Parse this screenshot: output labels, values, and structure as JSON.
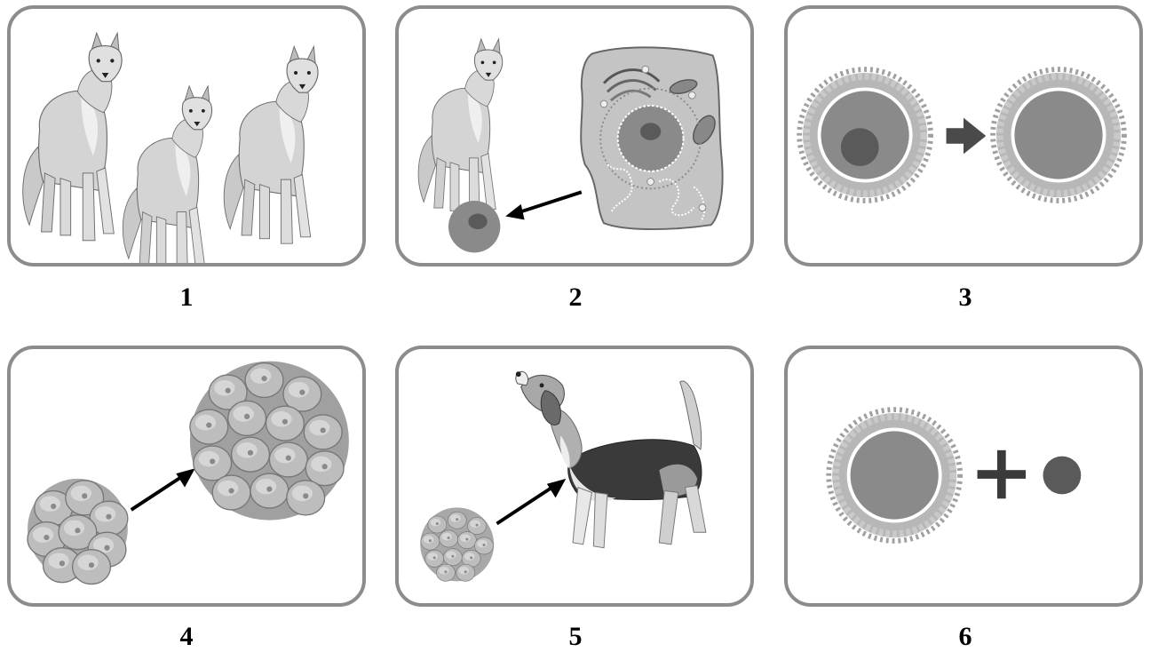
{
  "panels": [
    {
      "label": "1",
      "content": "wolves"
    },
    {
      "label": "2",
      "content": "wolf-cell-nucleus"
    },
    {
      "label": "3",
      "content": "egg-enucleation"
    },
    {
      "label": "4",
      "content": "embryo-growth"
    },
    {
      "label": "5",
      "content": "embryo-to-dog"
    },
    {
      "label": "6",
      "content": "egg-plus-nucleus"
    }
  ],
  "colors": {
    "border": "#8c8c8c",
    "cytoplasm": "#8a8a8a",
    "nucleus": "#5a5a5a",
    "membrane": "#ffffff",
    "cell_body": "#c4c4c4",
    "arrow": "#000000",
    "process_arrow": "#4a4a4a"
  },
  "icons": [
    "wolf-icon",
    "animal-cell-icon",
    "egg-cell-icon",
    "embryo-icon",
    "dog-icon",
    "plus-icon",
    "arrow-icon"
  ]
}
